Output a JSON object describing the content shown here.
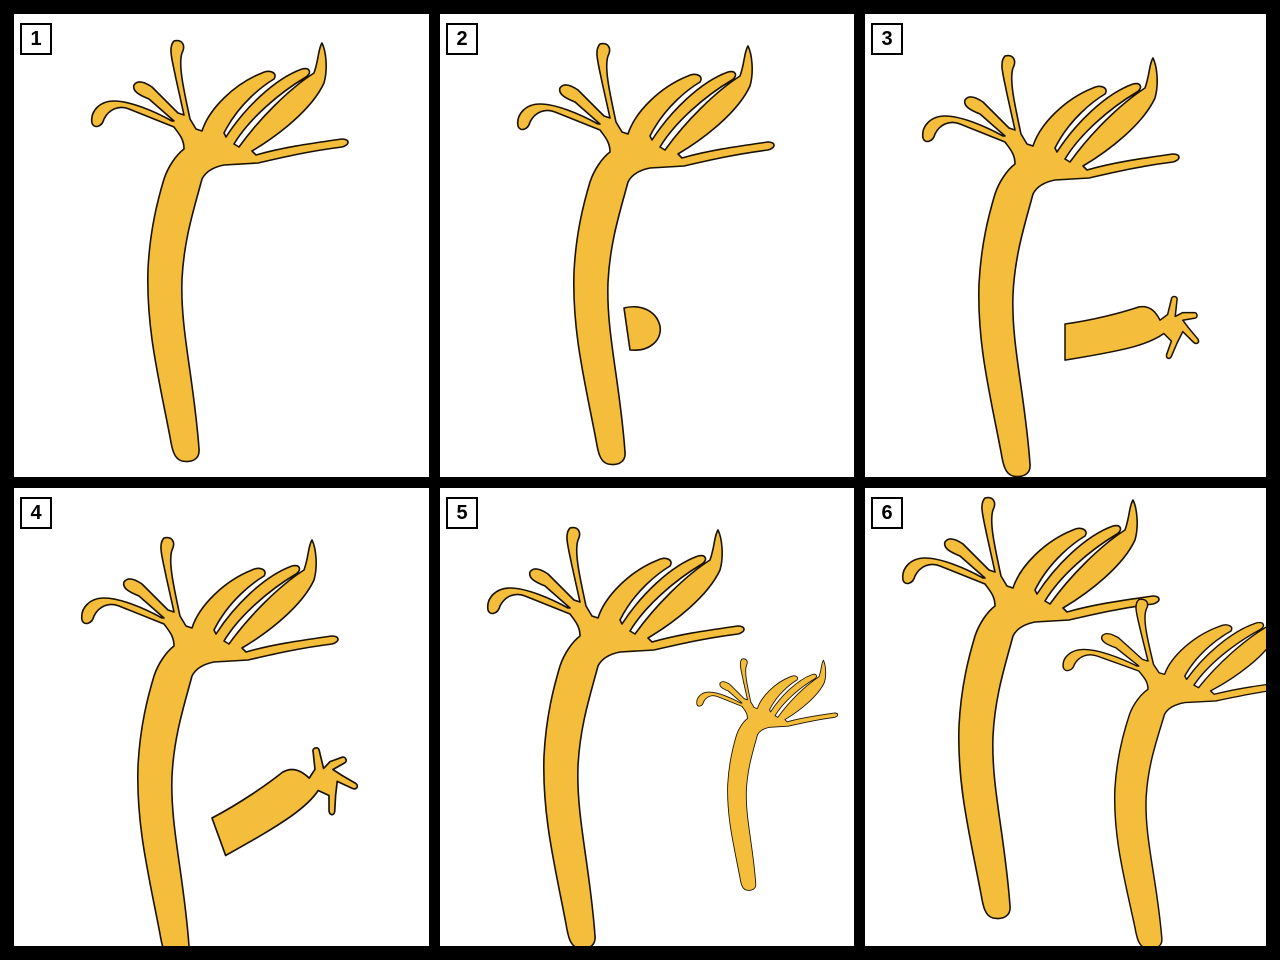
{
  "panels": [
    {
      "label": "1"
    },
    {
      "label": "2"
    },
    {
      "label": "3"
    },
    {
      "label": "4"
    },
    {
      "label": "5"
    },
    {
      "label": "6"
    }
  ],
  "colors": {
    "body_fill": "#F4BE3C",
    "outline": "#1A1200",
    "border": "#000000",
    "panel_bg": "#FFFFFF"
  }
}
